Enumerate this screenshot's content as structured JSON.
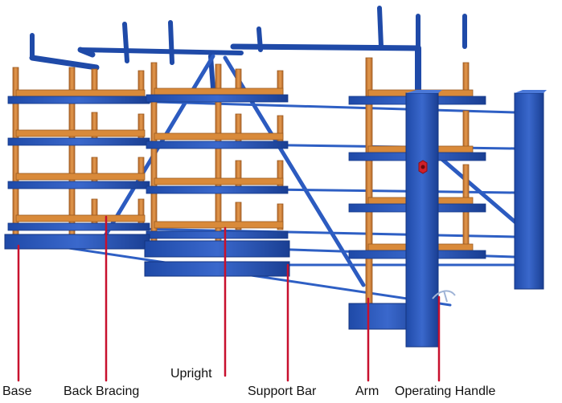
{
  "labels": {
    "base": "Base",
    "back_bracing": "Back Bracing",
    "upright": "Upright",
    "support_bar": "Support Bar",
    "arm": "Arm",
    "operating_handle": "Operating Handle"
  },
  "colors": {
    "frame_blue": "#2a55b8",
    "frame_blue_dark": "#1b3d8f",
    "frame_blue_light": "#4a78d8",
    "arm_orange": "#d98a3a",
    "arm_orange_dark": "#a9652a",
    "leader_line": "#c8102e",
    "handle_red": "#d0202a"
  },
  "icons": {
    "handle_hub": "hexagon-nut-icon"
  }
}
